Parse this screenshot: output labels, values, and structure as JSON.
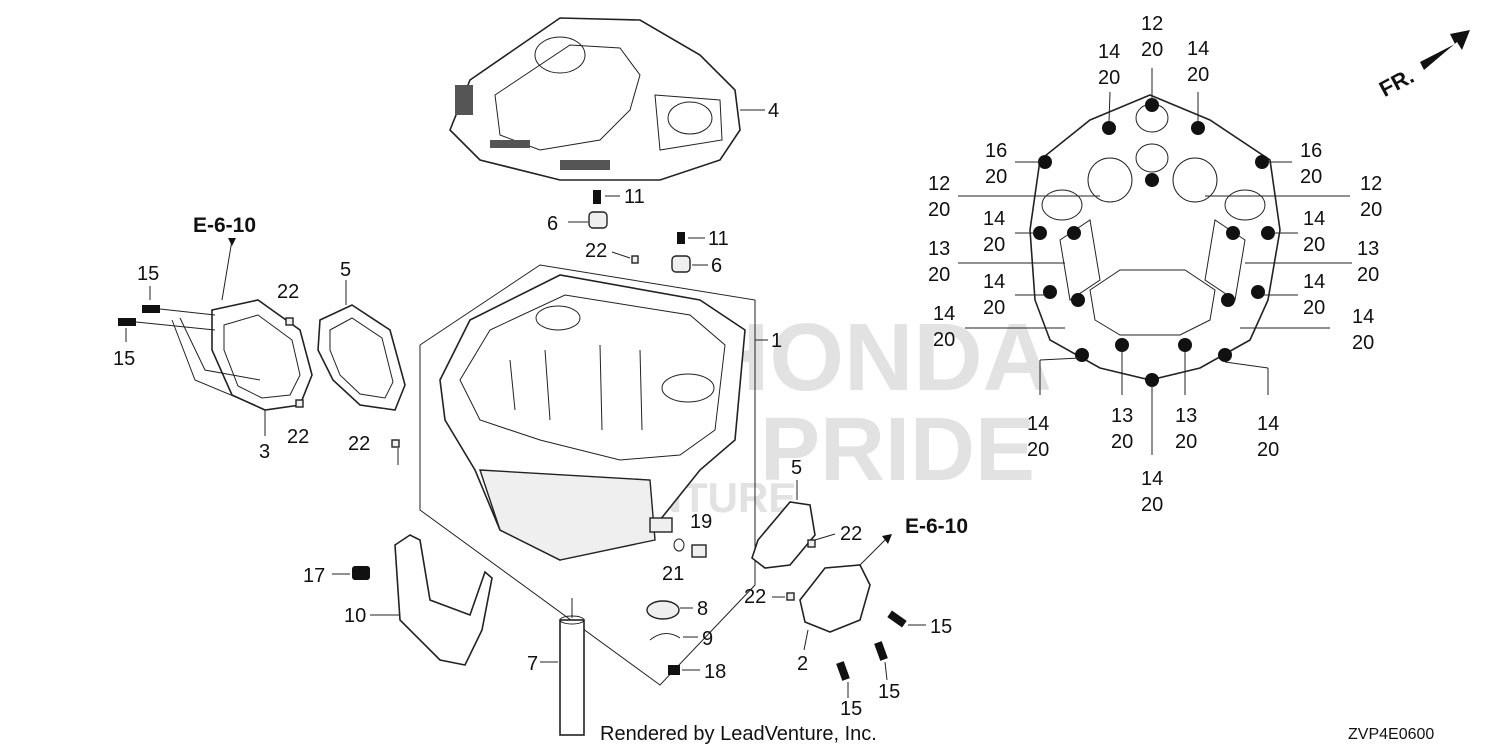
{
  "diagram": {
    "orientation_label": "FR.",
    "cross_refs": [
      "E-6-10",
      "E-6-10"
    ],
    "callouts": {
      "c1": "1",
      "c2": "2",
      "c3": "3",
      "c4": "4",
      "c5a": "5",
      "c5b": "5",
      "c6a": "6",
      "c6b": "6",
      "c7": "7",
      "c8": "8",
      "c9": "9",
      "c10": "10",
      "c11a": "11",
      "c11b": "11",
      "c15a": "15",
      "c15b": "15",
      "c15c": "15",
      "c15d": "15",
      "c15e": "15",
      "c17": "17",
      "c18": "18",
      "c19": "19",
      "c21": "21",
      "c22a": "22",
      "c22b": "22",
      "c22c": "22",
      "c22d": "22",
      "c22e": "22",
      "c22f": "22"
    },
    "bolt_callouts": [
      {
        "top": "12",
        "bottom": "20"
      },
      {
        "top": "14",
        "bottom": "20"
      },
      {
        "top": "14",
        "bottom": "20"
      },
      {
        "top": "16",
        "bottom": "20"
      },
      {
        "top": "16",
        "bottom": "20"
      },
      {
        "top": "12",
        "bottom": "20"
      },
      {
        "top": "12",
        "bottom": "20"
      },
      {
        "top": "14",
        "bottom": "20"
      },
      {
        "top": "14",
        "bottom": "20"
      },
      {
        "top": "13",
        "bottom": "20"
      },
      {
        "top": "13",
        "bottom": "20"
      },
      {
        "top": "14",
        "bottom": "20"
      },
      {
        "top": "14",
        "bottom": "20"
      },
      {
        "top": "14",
        "bottom": "20"
      },
      {
        "top": "14",
        "bottom": "20"
      },
      {
        "top": "14",
        "bottom": "20"
      },
      {
        "top": "13",
        "bottom": "20"
      },
      {
        "top": "13",
        "bottom": "20"
      },
      {
        "top": "14",
        "bottom": "20"
      },
      {
        "top": "14",
        "bottom": "20"
      }
    ],
    "watermark": {
      "line1": "HONDA",
      "line2": "PRIDE",
      "line3": "ADVENTURE"
    },
    "footer_text": "Rendered by LeadVenture, Inc.",
    "diagram_code": "ZVP4E0600"
  }
}
